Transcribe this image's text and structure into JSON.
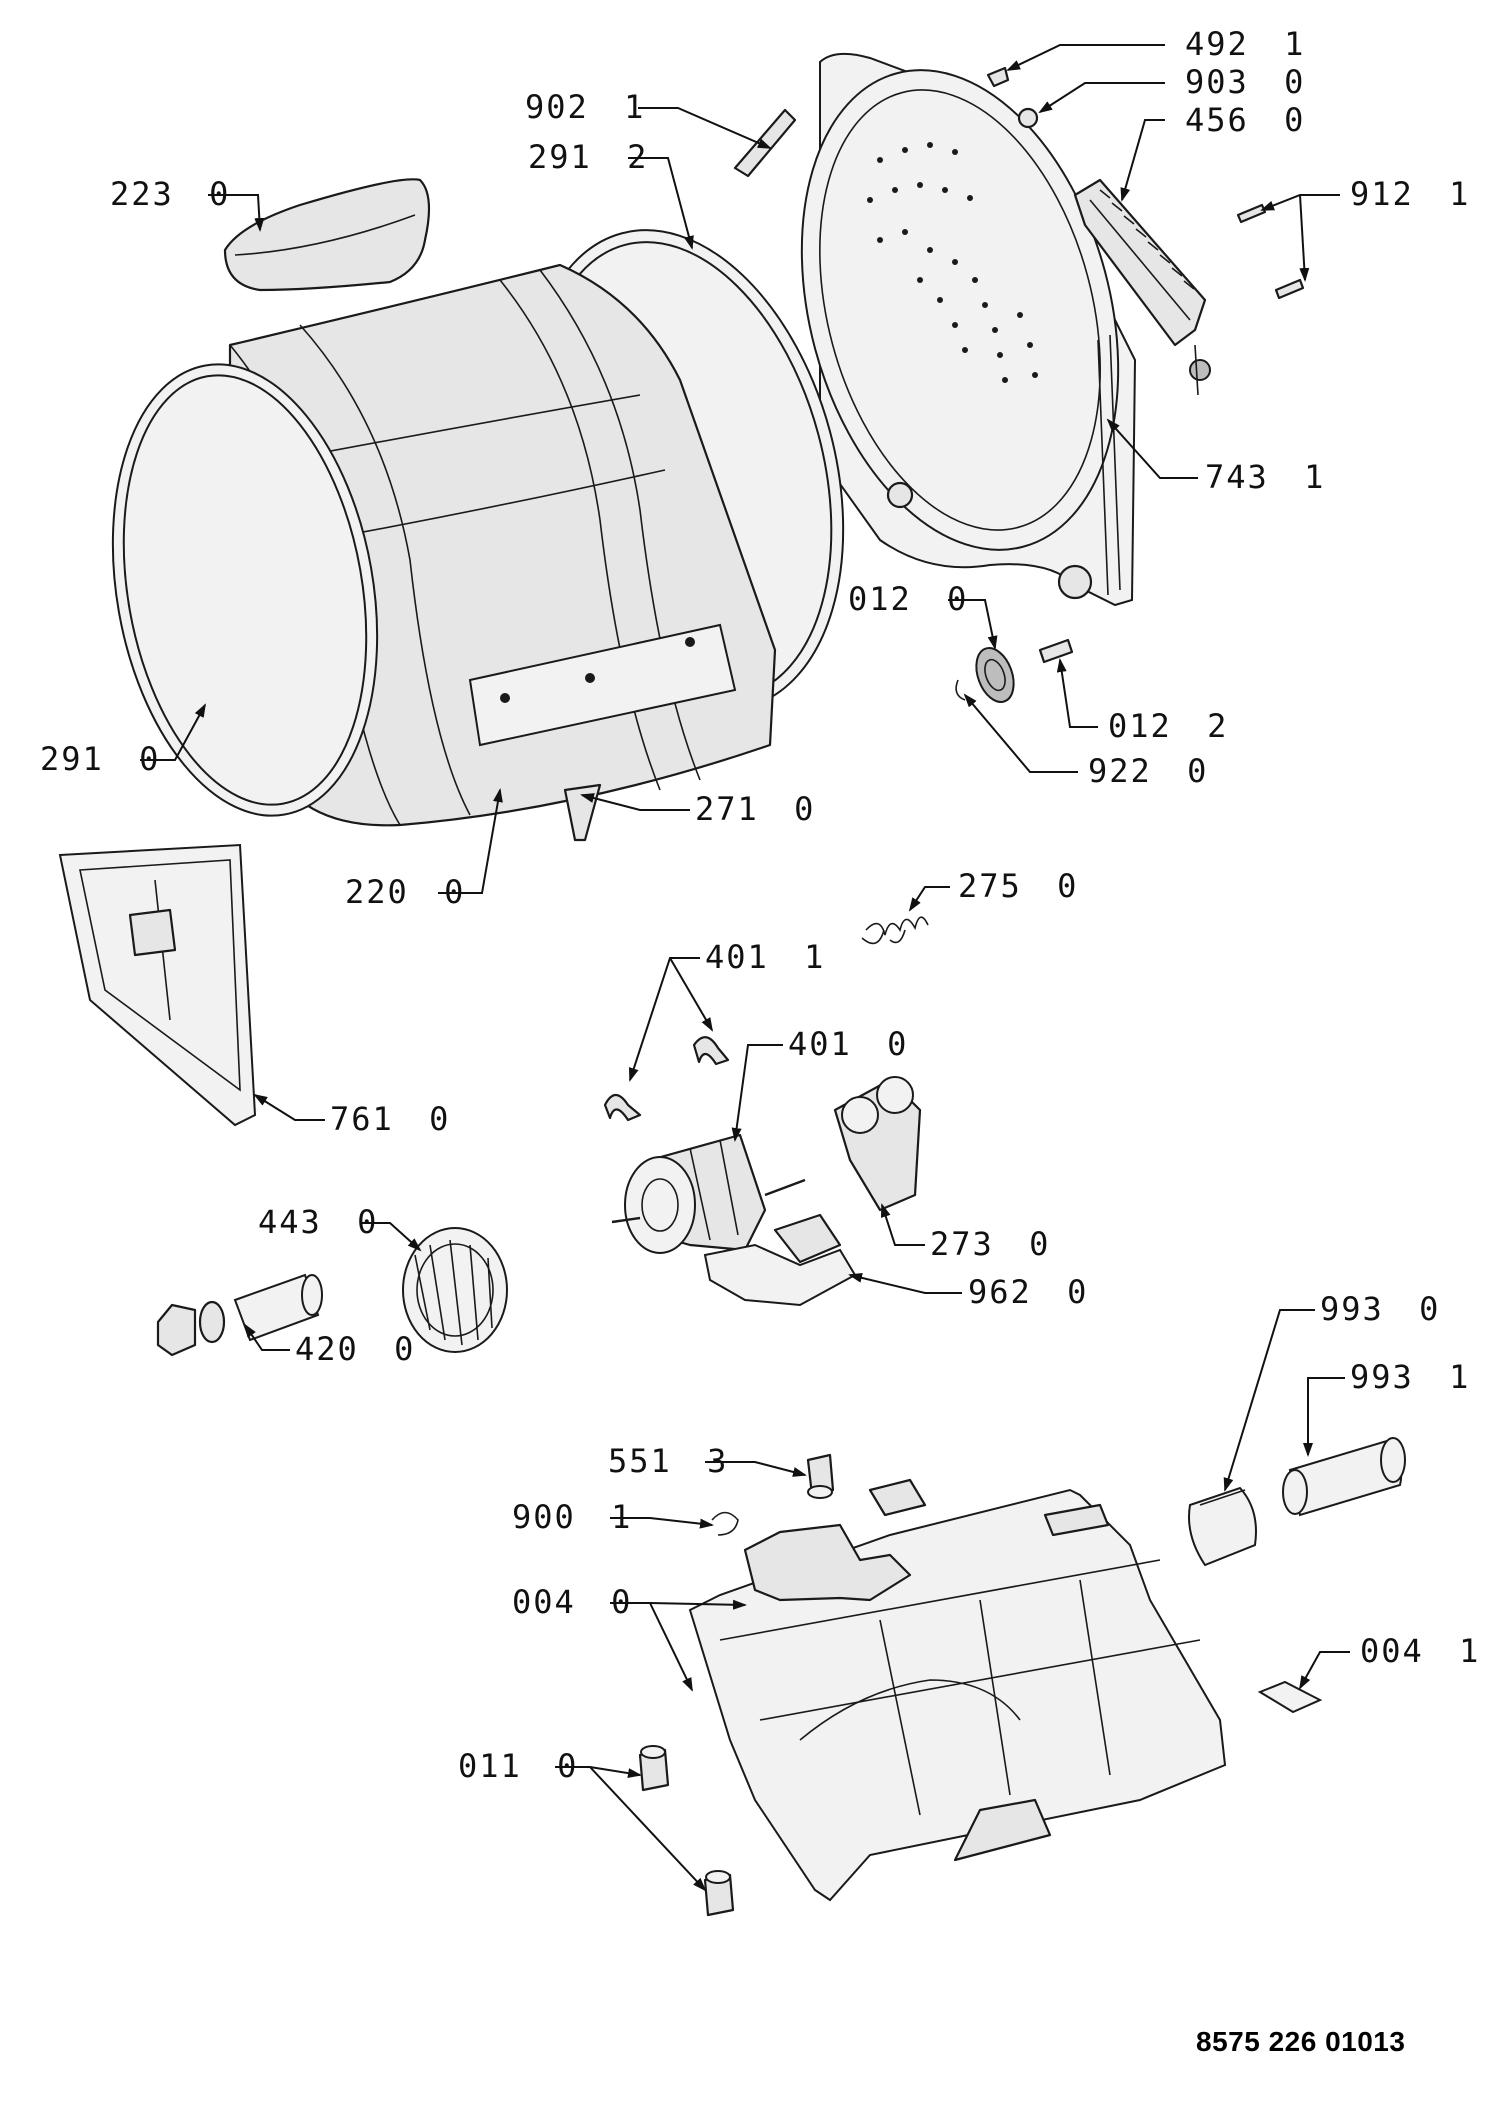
{
  "document_number": "8575 226 01013",
  "labels": [
    {
      "id": "492-1",
      "code": "492",
      "variant": "1"
    },
    {
      "id": "903-0",
      "code": "903",
      "variant": "0"
    },
    {
      "id": "456-0",
      "code": "456",
      "variant": "0"
    },
    {
      "id": "902-1",
      "code": "902",
      "variant": "1"
    },
    {
      "id": "291-2",
      "code": "291",
      "variant": "2"
    },
    {
      "id": "223-0",
      "code": "223",
      "variant": "0"
    },
    {
      "id": "912-1",
      "code": "912",
      "variant": "1"
    },
    {
      "id": "743-1",
      "code": "743",
      "variant": "1"
    },
    {
      "id": "012-0",
      "code": "012",
      "variant": "0"
    },
    {
      "id": "012-2",
      "code": "012",
      "variant": "2"
    },
    {
      "id": "922-0",
      "code": "922",
      "variant": "0"
    },
    {
      "id": "291-0",
      "code": "291",
      "variant": "0"
    },
    {
      "id": "271-0",
      "code": "271",
      "variant": "0"
    },
    {
      "id": "220-0",
      "code": "220",
      "variant": "0"
    },
    {
      "id": "275-0",
      "code": "275",
      "variant": "0"
    },
    {
      "id": "401-1",
      "code": "401",
      "variant": "1"
    },
    {
      "id": "401-0",
      "code": "401",
      "variant": "0"
    },
    {
      "id": "761-0",
      "code": "761",
      "variant": "0"
    },
    {
      "id": "273-0",
      "code": "273",
      "variant": "0"
    },
    {
      "id": "443-0",
      "code": "443",
      "variant": "0"
    },
    {
      "id": "962-0",
      "code": "962",
      "variant": "0"
    },
    {
      "id": "420-0",
      "code": "420",
      "variant": "0"
    },
    {
      "id": "993-0",
      "code": "993",
      "variant": "0"
    },
    {
      "id": "993-1",
      "code": "993",
      "variant": "1"
    },
    {
      "id": "551-3",
      "code": "551",
      "variant": "3"
    },
    {
      "id": "900-1",
      "code": "900",
      "variant": "1"
    },
    {
      "id": "004-0",
      "code": "004",
      "variant": "0"
    },
    {
      "id": "004-1",
      "code": "004",
      "variant": "1"
    },
    {
      "id": "011-0",
      "code": "011",
      "variant": "0"
    }
  ]
}
